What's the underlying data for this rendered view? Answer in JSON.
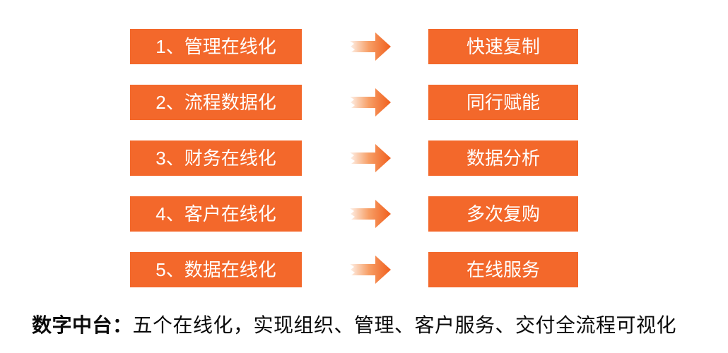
{
  "diagram": {
    "rows": [
      {
        "step": "1、管理在线化",
        "result": "快速复制"
      },
      {
        "step": "2、流程数据化",
        "result": "同行赋能"
      },
      {
        "step": "3、财务在线化",
        "result": "数据分析"
      },
      {
        "step": "4、客户在线化",
        "result": "多次复购"
      },
      {
        "step": "5、数据在线化",
        "result": "在线服务"
      }
    ],
    "colors": {
      "box_orange": "#F3682B",
      "box_text": "#FFFFFF",
      "arrow_gradient_start": "#FDF1E9",
      "arrow_gradient_mid": "#F7A068",
      "arrow_gradient_end": "#F05E1C",
      "caption_text": "#0A0A0A",
      "background": "#FFFFFF"
    }
  },
  "caption": {
    "lead": "数字中台：",
    "body": "五个在线化，实现组织、管理、客户服务、交付全流程可视化"
  }
}
